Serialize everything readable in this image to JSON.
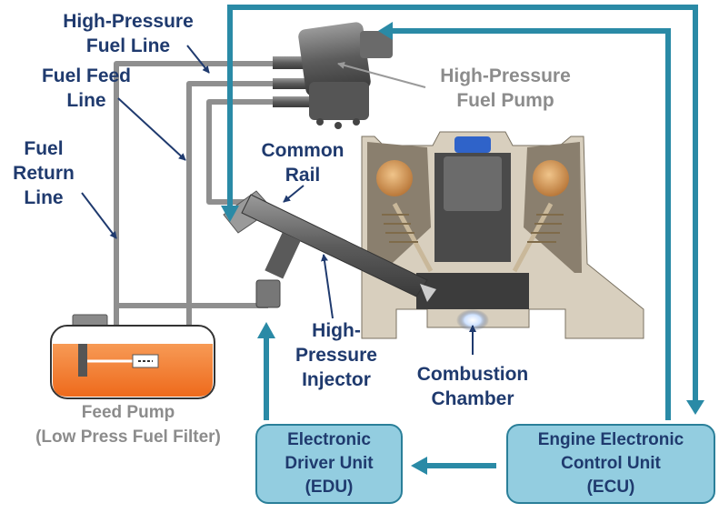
{
  "labels": {
    "hp_fuel_line": [
      "High-Pressure",
      "Fuel Line"
    ],
    "fuel_feed_line": [
      "Fuel Feed",
      "Line"
    ],
    "fuel_return_line": [
      "Fuel",
      "Return",
      "Line"
    ],
    "hp_fuel_pump": [
      "High-Pressure",
      "Fuel Pump"
    ],
    "common_rail": [
      "Common",
      "Rail"
    ],
    "hp_injector": [
      "High-",
      "Pressure",
      "Injector"
    ],
    "combustion_chamber": [
      "Combustion",
      "Chamber"
    ],
    "feed_pump": [
      "Feed Pump",
      "(Low Press Fuel Filter)"
    ]
  },
  "boxes": {
    "edu": [
      "Electronic",
      "Driver Unit",
      "(EDU)"
    ],
    "ecu": [
      "Engine Electronic",
      "Control Unit",
      "(ECU)"
    ]
  },
  "colors": {
    "label_text": "#1f3a6e",
    "grey_text": "#8c8c8c",
    "box_fill": "#93cde0",
    "box_border": "#2a7f99",
    "signal_arrow": "#2a8aa6",
    "fuel_pipe": "#8f8f8f",
    "fuel": "#f4772a"
  }
}
